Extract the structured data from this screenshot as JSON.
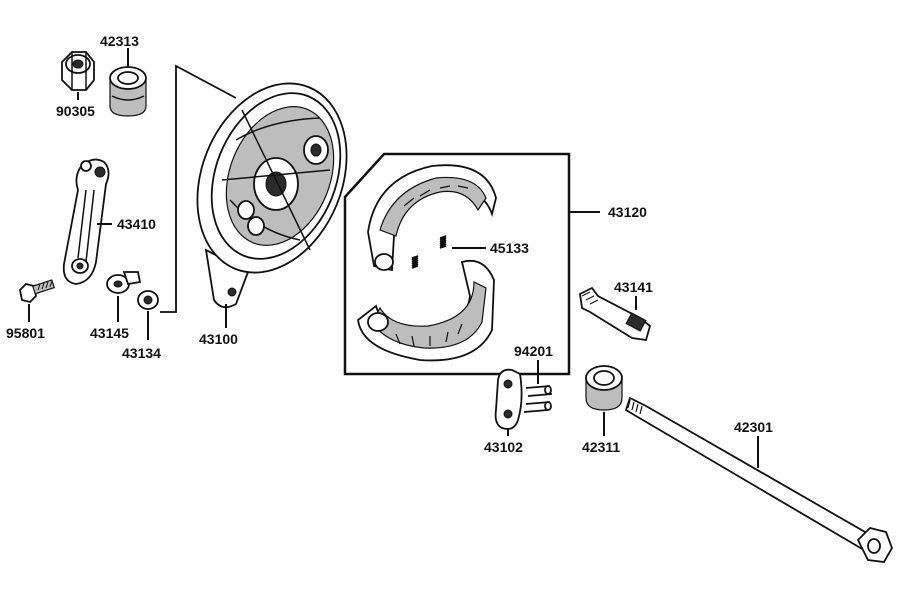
{
  "diagram": {
    "parts": [
      {
        "id": "42313"
      },
      {
        "id": "90305"
      },
      {
        "id": "43410"
      },
      {
        "id": "95801"
      },
      {
        "id": "43145"
      },
      {
        "id": "43134"
      },
      {
        "id": "43100"
      },
      {
        "id": "43120"
      },
      {
        "id": "45133"
      },
      {
        "id": "43141"
      },
      {
        "id": "94201"
      },
      {
        "id": "43102"
      },
      {
        "id": "42311"
      },
      {
        "id": "42301"
      }
    ]
  }
}
